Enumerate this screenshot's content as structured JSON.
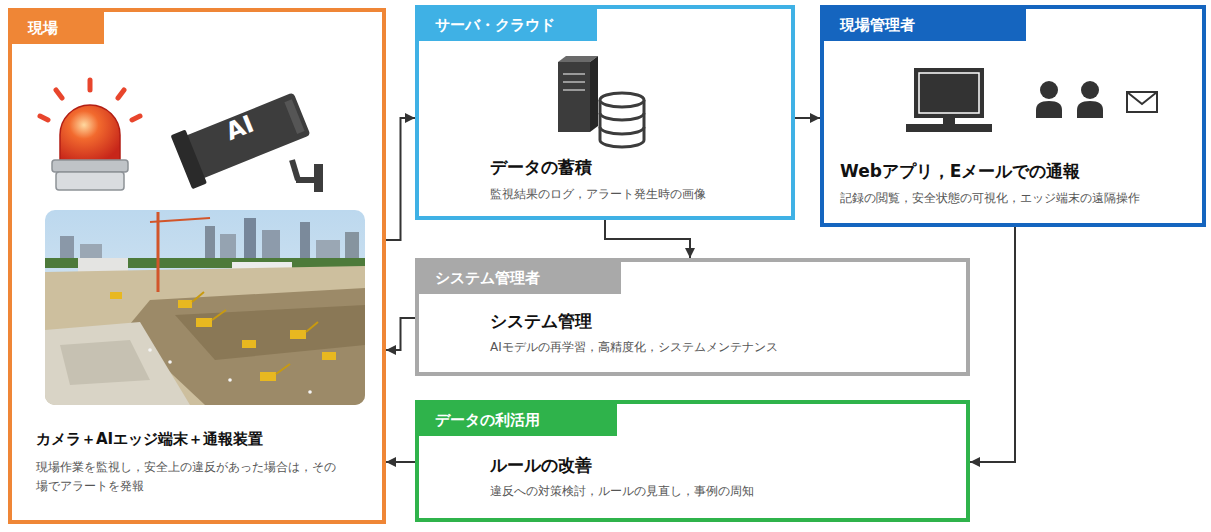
{
  "diagram": {
    "nodes": [
      {
        "text": [
          "現場",
          "カメラ＋AIエッジ端末＋通報装置",
          "現場作業を監視し，安全上の違反があった場合は，その場でアラートを発報"
        ]
      },
      {
        "text": [
          "サーバ・クラウド",
          "データの蓄積",
          "監視結果のログ，アラート発生時の画像"
        ]
      },
      {
        "text": [
          "現場管理者",
          "Webアプリ，Eメールでの通報",
          "記録の閲覧，安全状態の可視化，エッジ端末の遠隔操作"
        ]
      },
      {
        "text": [
          "システム管理者",
          "システム管理",
          "AIモデルの再学習，高精度化，システムメンテナンス"
        ]
      },
      {
        "text": [
          "データの利活用",
          "ルールの改善",
          "違反への対策検討，ルールの見直し，事例の周知"
        ]
      }
    ],
    "edges": [
      {
        "from": 0,
        "to": 1,
        "arrow": "to"
      },
      {
        "from": 1,
        "to": 2,
        "arrow": "to"
      },
      {
        "from": 1,
        "to": 3,
        "arrow": "to"
      },
      {
        "from": 3,
        "to": 0,
        "arrow": "to"
      },
      {
        "from": 2,
        "to": 4,
        "arrow": "to"
      },
      {
        "from": 4,
        "to": 0,
        "arrow": "to"
      }
    ],
    "labels": [
      "AI"
    ]
  }
}
